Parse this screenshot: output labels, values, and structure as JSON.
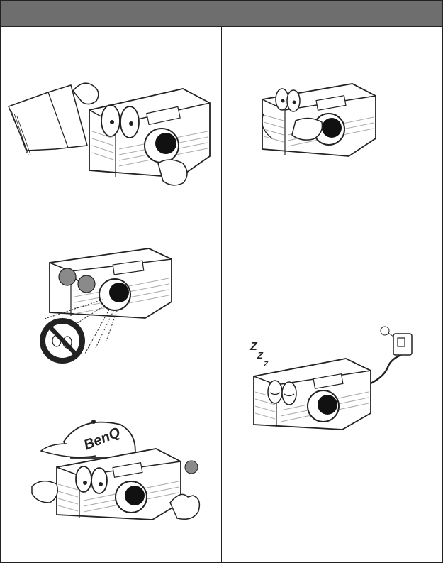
{
  "header": {
    "title": ""
  },
  "colors": {
    "header_bar": "#6e6e6e",
    "line": "#222222",
    "lens": "#111111",
    "glasses": "#8a8a8a"
  },
  "illustrations": {
    "read_manual": {
      "icon": "projector-reading-manual"
    },
    "keep_lens_clear": {
      "icon": "projector-hand-over-lens"
    },
    "do_not_look_into_lens": {
      "icon": "projector-no-looking-into-lens"
    },
    "cool_down": {
      "icon": "projector-sleeping-with-power-adapter",
      "sleep_text": "Z Z Z"
    },
    "use_genuine_parts": {
      "icon": "projector-wearing-cap",
      "cap_brand": "BenQ"
    }
  }
}
